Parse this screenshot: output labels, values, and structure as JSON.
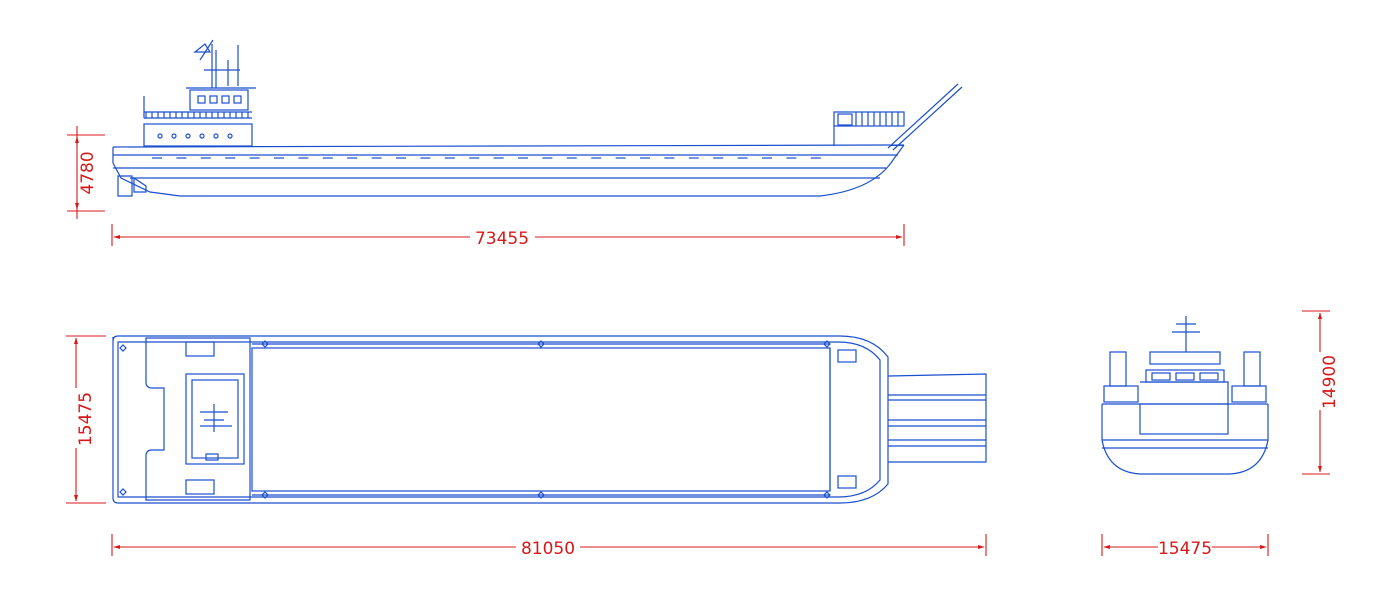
{
  "colors": {
    "ship_lines": "#1a4fd0",
    "dimension_lines": "#d81818",
    "background": "#ffffff"
  },
  "views": {
    "side": {
      "height_label": "4780",
      "length_label": "73455"
    },
    "plan": {
      "beam_label": "15475",
      "length_label": "81050"
    },
    "front": {
      "height_label": "14900",
      "beam_label": "15475"
    }
  }
}
